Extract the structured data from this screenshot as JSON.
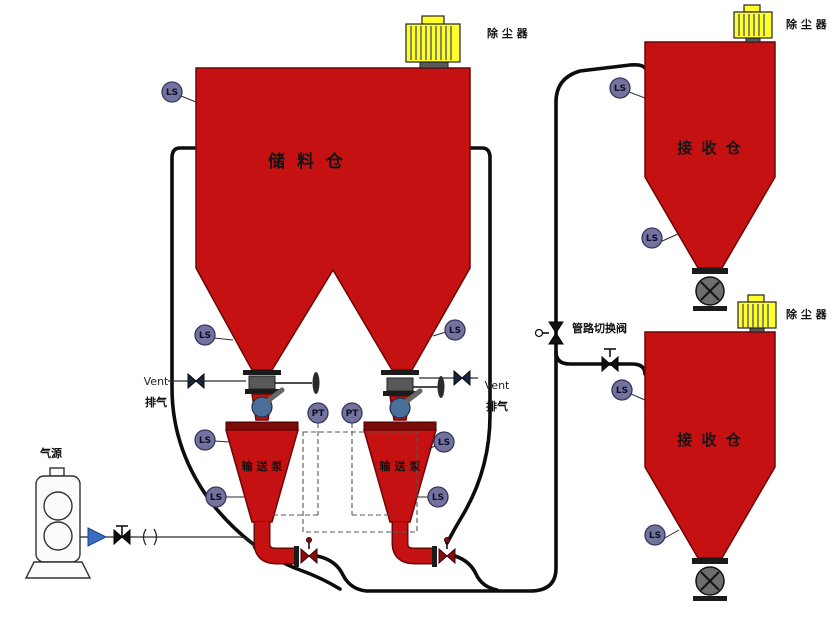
{
  "diagram_labels": {
    "storage_silo": "储 料 仓",
    "receiving_silo_top": "接 收 仓",
    "receiving_silo_bottom": "接 收 仓",
    "dust_collector_storage": "除 尘 器",
    "dust_collector_top": "除 尘 器",
    "dust_collector_bottom": "除 尘 器",
    "transfer_pump_left": "输 送 泵",
    "transfer_pump_right": "输 送 泵",
    "vent_left_en": "Vent",
    "vent_left_cn": "排气",
    "vent_right_en": "Vent",
    "vent_right_cn": "排气",
    "air_source": "气源",
    "pipe_switch_valve": "管路切换阀",
    "ls": "LS",
    "pt": "PT"
  },
  "colors": {
    "vessel_red": "#c51111",
    "vessel_stroke": "#6e0505",
    "dust_yellow": "#ffff2a",
    "sensor_slate": "#73739e",
    "dome_blue": "#4a6f9b",
    "arrow_blue": "#3a6cc0",
    "pipe_black": "#0d0d0d"
  }
}
